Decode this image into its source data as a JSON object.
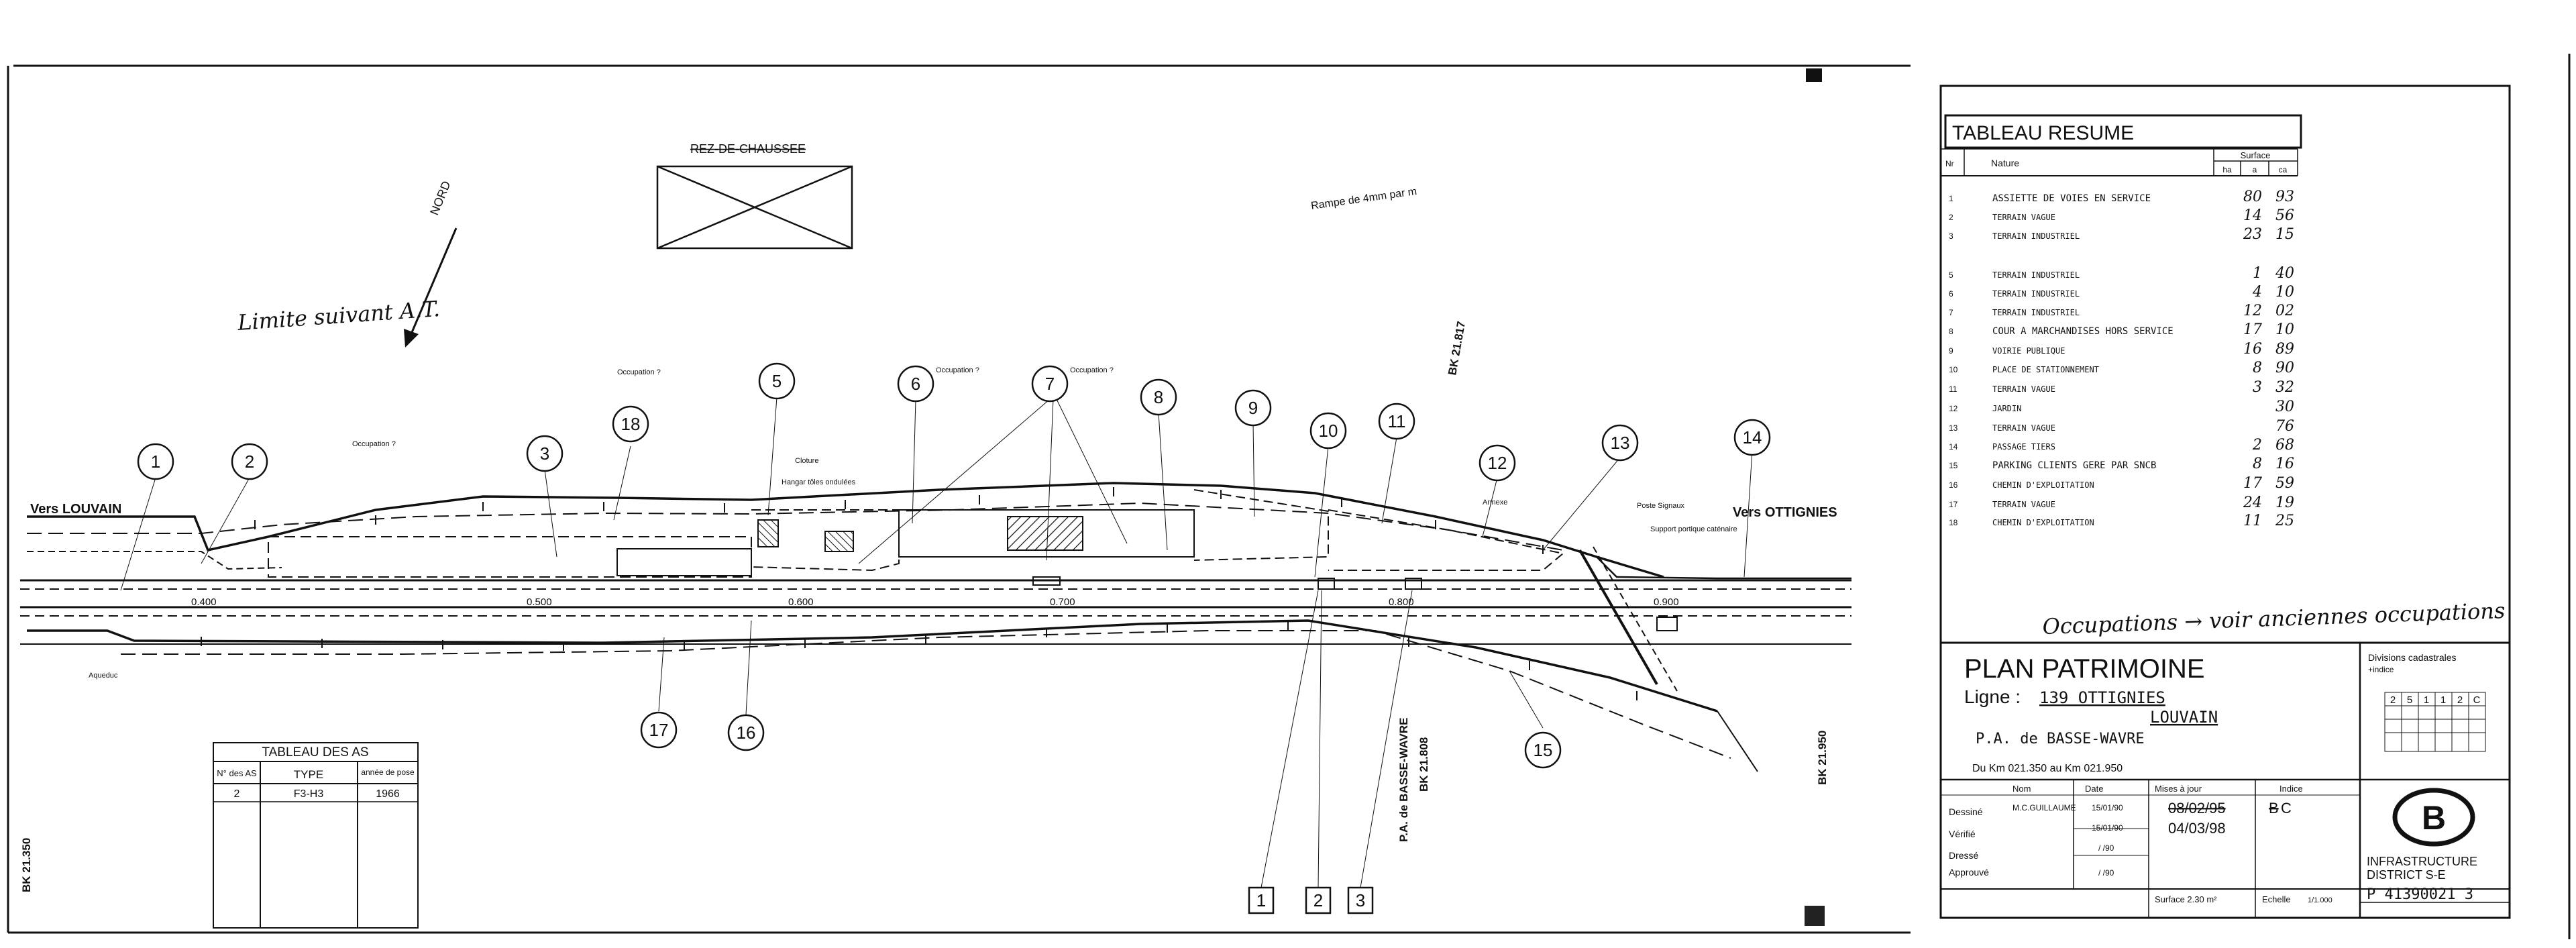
{
  "orientation": {
    "north_label": "NORD"
  },
  "annotations": {
    "limit_label": "Limite suivant A.T.",
    "ground_floor": "REZ-DE-CHAUSSEE",
    "ramp": "Rampe de 4mm par m",
    "toward_louvain": "Vers LOUVAIN",
    "toward_ottignies": "Vers OTTIGNIES",
    "occupations_note": "Occupations → voir anciennes occupations",
    "pa_label": "P.A. de BASSE-WAVRE",
    "km_start": "BK 21.350",
    "km_end": "BK 21.950",
    "km_mid": "BK 21.808",
    "km_top": "BK 21.817",
    "chainage": [
      "0.400",
      "0.500",
      "0.600",
      "0.700",
      "0.800",
      "0.900"
    ],
    "small_notes": [
      "Occupation ?",
      "Occupation ?",
      "Occupation ?",
      "Occupation ?",
      "Cloture",
      "Hangar tôles ondulées",
      "Aqueduc",
      "Annexe",
      "Poste Signaux",
      "Support portique caténaire"
    ]
  },
  "callouts": [
    "1",
    "2",
    "3",
    "5",
    "6",
    "7",
    "8",
    "9",
    "10",
    "11",
    "12",
    "13",
    "14",
    "15",
    "16",
    "17",
    "18"
  ],
  "boxed_callouts": [
    "1",
    "2",
    "3"
  ],
  "tableau_as": {
    "title": "TABLEAU DES AS",
    "headers": [
      "N° des AS",
      "TYPE",
      "année de pose"
    ],
    "rows": [
      [
        "2",
        "F3-H3",
        "1966"
      ]
    ]
  },
  "tableau_resume": {
    "title": "TABLEAU RESUME",
    "col_no": "Nr",
    "col_nature": "Nature",
    "col_surface": "Surface",
    "units": [
      "ha",
      "a",
      "ca"
    ],
    "rows": [
      {
        "no": "1",
        "nature": "ASSIETTE DE VOIES EN SERVICE",
        "a": "80",
        "ca": "93"
      },
      {
        "no": "2",
        "nature": "TERRAIN VAGUE",
        "a": "14",
        "ca": "56"
      },
      {
        "no": "3",
        "nature": "TERRAIN INDUSTRIEL",
        "a": "23",
        "ca": "15"
      },
      {
        "no": "5",
        "nature": "TERRAIN INDUSTRIEL",
        "a": "1",
        "ca": "40"
      },
      {
        "no": "6",
        "nature": "TERRAIN INDUSTRIEL",
        "a": "4",
        "ca": "10"
      },
      {
        "no": "7",
        "nature": "TERRAIN INDUSTRIEL",
        "a": "12",
        "ca": "02"
      },
      {
        "no": "8",
        "nature": "COUR A MARCHANDISES HORS SERVICE",
        "a": "17",
        "ca": "10"
      },
      {
        "no": "9",
        "nature": "VOIRIE PUBLIQUE",
        "a": "16",
        "ca": "89"
      },
      {
        "no": "10",
        "nature": "PLACE DE STATIONNEMENT",
        "a": "8",
        "ca": "90"
      },
      {
        "no": "11",
        "nature": "TERRAIN VAGUE",
        "a": "3",
        "ca": "32"
      },
      {
        "no": "12",
        "nature": "JARDIN",
        "a": "",
        "ca": "30"
      },
      {
        "no": "13",
        "nature": "TERRAIN VAGUE",
        "a": "",
        "ca": "76"
      },
      {
        "no": "14",
        "nature": "PASSAGE TIERS",
        "a": "2",
        "ca": "68"
      },
      {
        "no": "15",
        "nature": "PARKING CLIENTS GERE PAR SNCB",
        "a": "8",
        "ca": "16"
      },
      {
        "no": "16",
        "nature": "CHEMIN D'EXPLOITATION",
        "a": "17",
        "ca": "59"
      },
      {
        "no": "17",
        "nature": "TERRAIN VAGUE",
        "a": "24",
        "ca": "19"
      },
      {
        "no": "18",
        "nature": "CHEMIN D'EXPLOITATION",
        "a": "11",
        "ca": "25"
      }
    ]
  },
  "title_block": {
    "title": "PLAN PATRIMOINE",
    "ligne_label": "Ligne :",
    "ligne_value": "139 OTTIGNIES",
    "ligne_value2": "LOUVAIN",
    "pa": "P.A. de BASSE-WAVRE",
    "km_range": "Du Km 021.350 au Km 021.950",
    "divisions_label": "Divisions cadastrales",
    "divisions_sub": "+indice",
    "divisions_cells": [
      "2",
      "5",
      "1",
      "1",
      "2",
      "C"
    ],
    "nom_header": "Nom",
    "date_header": "Date",
    "mises_header": "Mises à jour",
    "indice_header": "Indice",
    "roles": [
      "Dessiné",
      "Vérifié",
      "Dressé",
      "Approuvé"
    ],
    "names": [
      "M.C.GUILLAUME",
      "",
      "",
      ""
    ],
    "dates": [
      "15/01/90",
      "15/01/90",
      "/ /90",
      "/ /90"
    ],
    "update_old": "08/02/95",
    "update_new": "04/03/98",
    "indice_old": "B",
    "indice_new": "C",
    "surface": "Surface  2.30 m²",
    "echelle_label": "Echelle",
    "echelle_value": "1/1.000",
    "logo_letter": "B",
    "infra_line1": "INFRASTRUCTURE",
    "infra_line2": "DISTRICT S-E",
    "plan_number": "P 41390021 3"
  }
}
